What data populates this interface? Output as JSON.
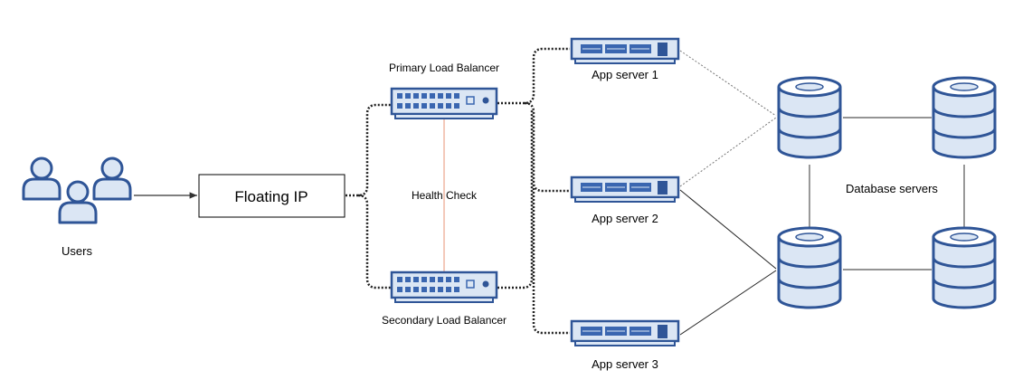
{
  "users": {
    "label": "Users"
  },
  "floating_ip": {
    "label": "Floating IP"
  },
  "primary_lb": {
    "label": "Primary Load Balancer"
  },
  "secondary_lb": {
    "label": "Secondary Load Balancer"
  },
  "health_check": {
    "label": "Health Check"
  },
  "app_servers": [
    {
      "label": "App server 1"
    },
    {
      "label": "App server 2"
    },
    {
      "label": "App server 3"
    }
  ],
  "database": {
    "label": "Database servers"
  },
  "colors": {
    "icon_stroke": "#2f5597",
    "icon_fill": "#dbe6f4",
    "port_fill": "#3a66b0",
    "health_line": "#f0b7a4",
    "connector": "#333333"
  }
}
